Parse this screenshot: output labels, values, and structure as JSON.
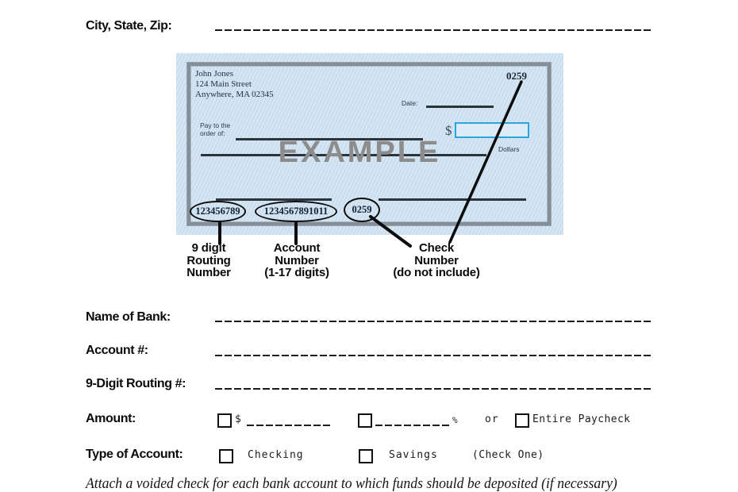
{
  "form": {
    "city_label": "City, State, Zip:",
    "bank_label": "Name of Bank:",
    "account_label": "Account #:",
    "routing_label": "9-Digit Routing #:",
    "amount_label": "Amount:",
    "type_label": "Type of Account:",
    "amount_options": {
      "dollar": "$",
      "percent": "%",
      "or": "or",
      "entire": "Entire Paycheck"
    },
    "type_options": {
      "checking": "Checking",
      "savings": "Savings",
      "check_one": "(Check One)"
    },
    "footer_note": "Attach a voided check for each bank account to which funds should be deposited (if necessary)"
  },
  "check": {
    "payer_line1": "John Jones",
    "payer_line2": "124 Main Street",
    "payer_line3": "Anywhere, MA 02345",
    "check_number": "0259",
    "date_label": "Date:",
    "pay_line1": "Pay to the",
    "pay_line2": "order of:",
    "dollar_sign": "$",
    "watermark": "EXAMPLE",
    "dollars_label": "Dollars",
    "micr_routing": "123456789",
    "micr_account": "1234567891011",
    "micr_check": "0259"
  },
  "captions": {
    "routing": [
      "9 digit",
      "Routing",
      "Number"
    ],
    "account": [
      "Account",
      "Number",
      "(1-17 digits)"
    ],
    "check": [
      "Check",
      "Number",
      "(do not include)"
    ]
  },
  "colors": {
    "check_background": "#cfe2f1",
    "check_frame": "#848f99",
    "amount_box_border": "#2aa5df",
    "watermark_gray": "#8c8c8c",
    "ink": "#101010"
  }
}
